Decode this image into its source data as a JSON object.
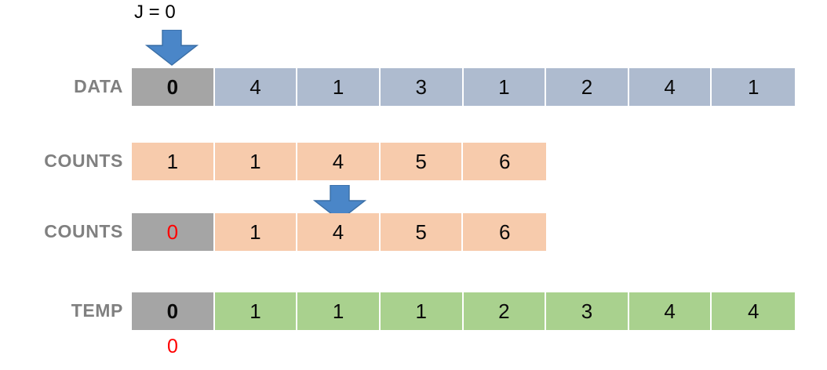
{
  "diagram": {
    "title_annotation": "J = 0",
    "colors": {
      "data_cell": "#aebbcf",
      "counts_cell": "#f7cbac",
      "temp_cell": "#a9d18e",
      "highlight_cell": "#a5a5a5",
      "arrow": "#4a86c8",
      "label_text": "#808080",
      "red_text": "#ff0000"
    },
    "rows": [
      {
        "label": "DATA",
        "cells": [
          {
            "value": "0",
            "style": "gray",
            "bold": true,
            "red": false
          },
          {
            "value": "4",
            "style": "blue",
            "bold": false,
            "red": false
          },
          {
            "value": "1",
            "style": "blue",
            "bold": false,
            "red": false
          },
          {
            "value": "3",
            "style": "blue",
            "bold": false,
            "red": false
          },
          {
            "value": "1",
            "style": "blue",
            "bold": false,
            "red": false
          },
          {
            "value": "2",
            "style": "blue",
            "bold": false,
            "red": false
          },
          {
            "value": "4",
            "style": "blue",
            "bold": false,
            "red": false
          },
          {
            "value": "1",
            "style": "blue",
            "bold": false,
            "red": false
          }
        ]
      },
      {
        "label": "COUNTS",
        "cells": [
          {
            "value": "1",
            "style": "peach",
            "bold": false,
            "red": false
          },
          {
            "value": "1",
            "style": "peach",
            "bold": false,
            "red": false
          },
          {
            "value": "4",
            "style": "peach",
            "bold": false,
            "red": false
          },
          {
            "value": "5",
            "style": "peach",
            "bold": false,
            "red": false
          },
          {
            "value": "6",
            "style": "peach",
            "bold": false,
            "red": false
          }
        ]
      },
      {
        "label": "COUNTS",
        "cells": [
          {
            "value": "0",
            "style": "gray",
            "bold": false,
            "red": true
          },
          {
            "value": "1",
            "style": "peach",
            "bold": false,
            "red": false
          },
          {
            "value": "4",
            "style": "peach",
            "bold": false,
            "red": false
          },
          {
            "value": "5",
            "style": "peach",
            "bold": false,
            "red": false
          },
          {
            "value": "6",
            "style": "peach",
            "bold": false,
            "red": false
          }
        ]
      },
      {
        "label": "TEMP",
        "cells": [
          {
            "value": "0",
            "style": "gray",
            "bold": true,
            "red": false
          },
          {
            "value": "1",
            "style": "green",
            "bold": false,
            "red": false
          },
          {
            "value": "1",
            "style": "green",
            "bold": false,
            "red": false
          },
          {
            "value": "1",
            "style": "green",
            "bold": false,
            "red": false
          },
          {
            "value": "2",
            "style": "green",
            "bold": false,
            "red": false
          },
          {
            "value": "3",
            "style": "green",
            "bold": false,
            "red": false
          },
          {
            "value": "4",
            "style": "green",
            "bold": false,
            "red": false
          },
          {
            "value": "4",
            "style": "green",
            "bold": false,
            "red": false
          }
        ]
      }
    ],
    "temp_output_note": "0",
    "arrows": [
      {
        "name": "data-index-arrow",
        "target_index": 0
      },
      {
        "name": "counts-index-arrow",
        "target_index": 2
      }
    ]
  }
}
